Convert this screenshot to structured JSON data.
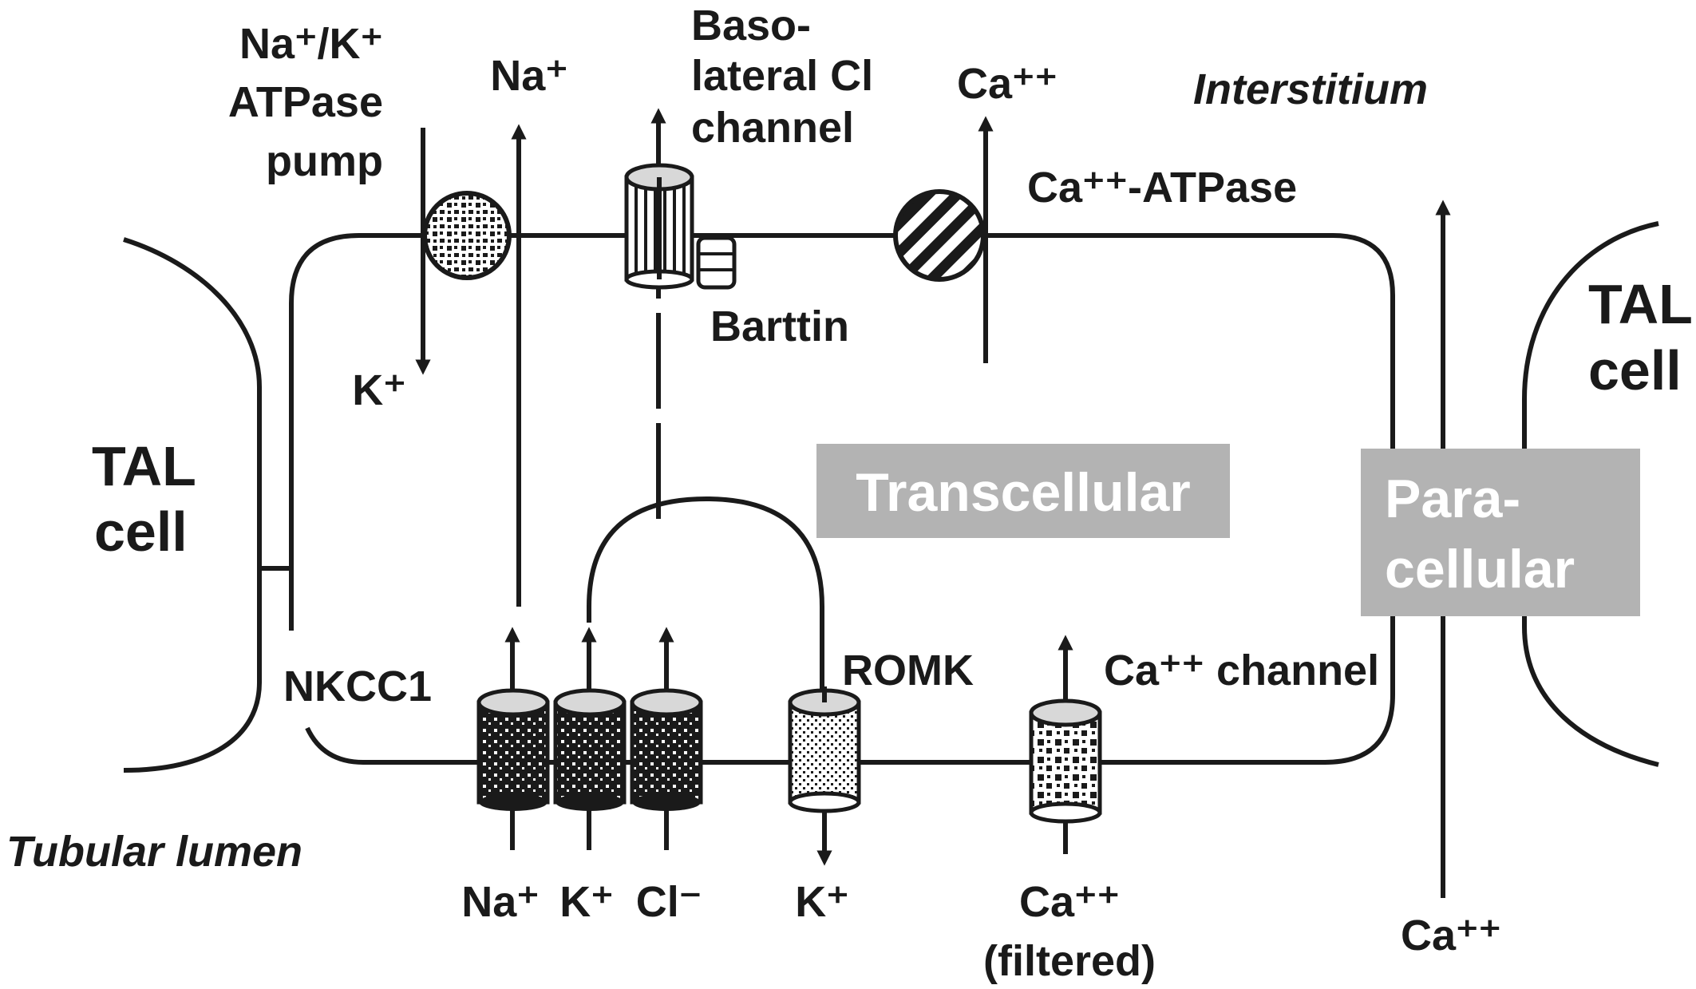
{
  "colors": {
    "ink": "#1a1a1a",
    "cap": "#d8d8d8",
    "label_box": "#b3b3b3",
    "label_text": "#ffffff"
  },
  "labels": {
    "tal_cell_left": [
      "TAL",
      "cell"
    ],
    "tal_cell_right": [
      "TAL",
      "cell"
    ],
    "nak_pump": [
      "Na⁺/K⁺",
      "ATPase",
      "pump"
    ],
    "na_up": "Na⁺",
    "cl_channel": [
      "Baso-",
      "lateral Cl",
      "channel"
    ],
    "ca_top": "Ca⁺⁺",
    "interstitium": "Interstitium",
    "ca_atpase": "Ca⁺⁺-ATPase",
    "barttin": "Barttin",
    "k_down": "K⁺",
    "transcellular": "Transcellular",
    "paracellular": [
      "Para-",
      "cellular"
    ],
    "nkcc1": "NKCC1",
    "romk": "ROMK",
    "ca_channel": "Ca⁺⁺ channel",
    "tubular_lumen": "Tubular lumen",
    "bottom_na": "Na⁺",
    "bottom_k": "K⁺",
    "bottom_cl": "Cl⁻",
    "bottom_k2": "K⁺",
    "bottom_ca": [
      "Ca⁺⁺",
      "(filtered)"
    ],
    "bottom_ca_para": "Ca⁺⁺"
  }
}
